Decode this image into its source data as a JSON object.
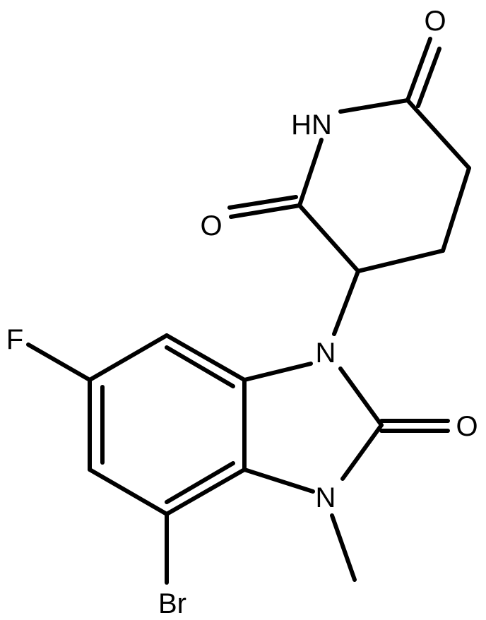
{
  "molecule": {
    "atom_labels": {
      "o_top": "O",
      "nh": "HN",
      "o_left": "O",
      "f": "F",
      "n1": "N",
      "o_right": "O",
      "n3": "N",
      "br": "Br"
    }
  }
}
